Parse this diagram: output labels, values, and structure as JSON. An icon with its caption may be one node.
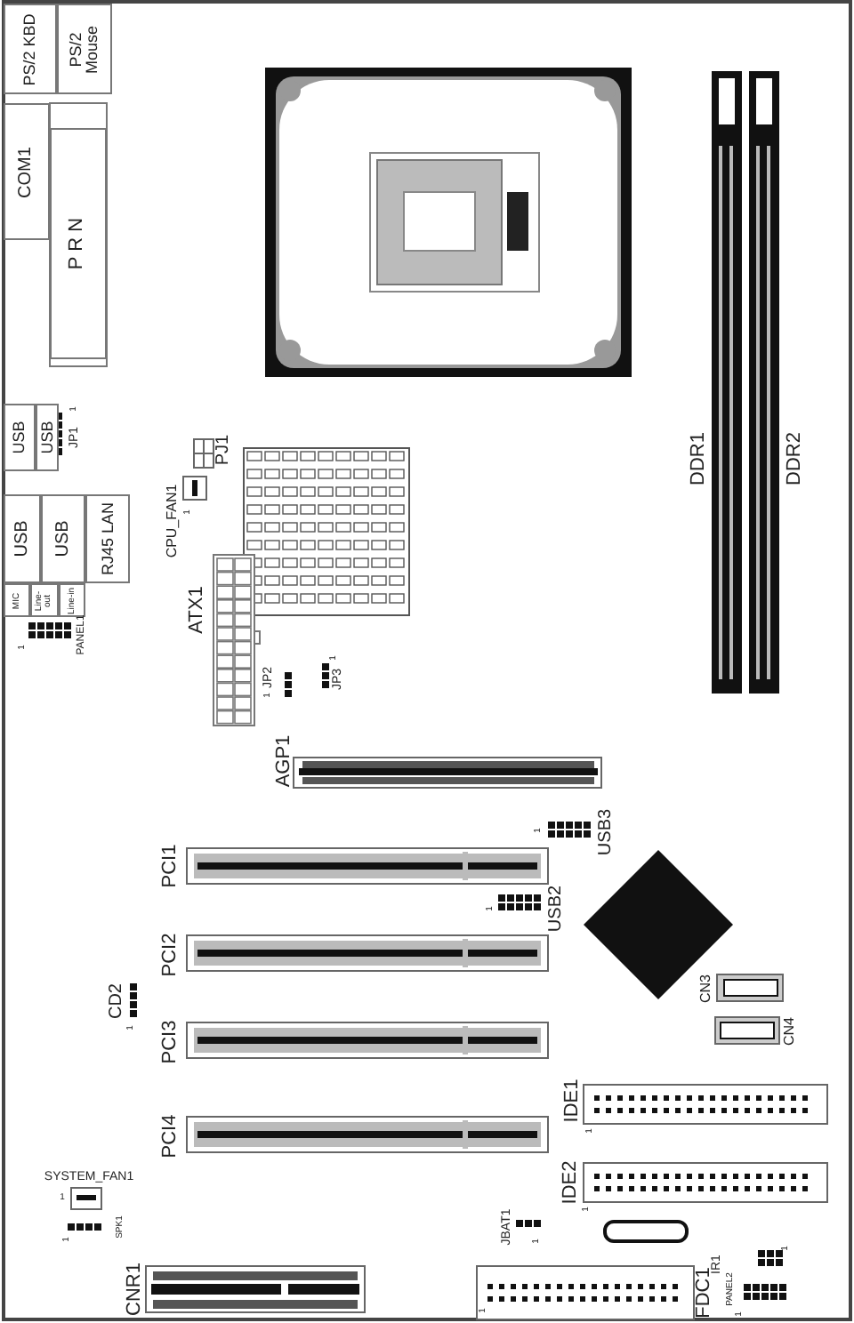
{
  "diagram": {
    "nodes": [
      {
        "text": [
          "PS/2 KBD"
        ]
      },
      {
        "text": [
          "PS/2 Mouse"
        ]
      },
      {
        "text": [
          "COM1"
        ]
      },
      {
        "text": [
          "P R N"
        ]
      },
      {
        "text": [
          "USB"
        ]
      },
      {
        "text": [
          "USB"
        ]
      },
      {
        "text": [
          "USB"
        ]
      },
      {
        "text": [
          "USB"
        ]
      },
      {
        "text": [
          "RJ45 LAN"
        ]
      },
      {
        "text": [
          "MIC"
        ]
      },
      {
        "text": [
          "Line-out"
        ]
      },
      {
        "text": [
          "Line-in"
        ]
      }
    ],
    "labels": [
      "JP1",
      "1",
      "PJ1",
      "CPU_FAN1",
      "1",
      "ATX1",
      "PANEL1",
      "1",
      "JP2",
      "1",
      "JP3",
      "1",
      "DDR1",
      "DDR2",
      "AGP1",
      "1",
      "USB3",
      "PCI1",
      "1",
      "USB2",
      "PCI2",
      "CN3",
      "CD2",
      "1",
      "CN4",
      "PCI3",
      "IDE1",
      "1",
      "PCI4",
      "SYSTEM_FAN1",
      "1",
      "IDE2",
      "1",
      "SPK1",
      "1",
      "JBAT1",
      "1",
      "IR1",
      "1",
      "CNR1",
      "FDC1",
      "1",
      "PANEL2",
      "1"
    ]
  }
}
